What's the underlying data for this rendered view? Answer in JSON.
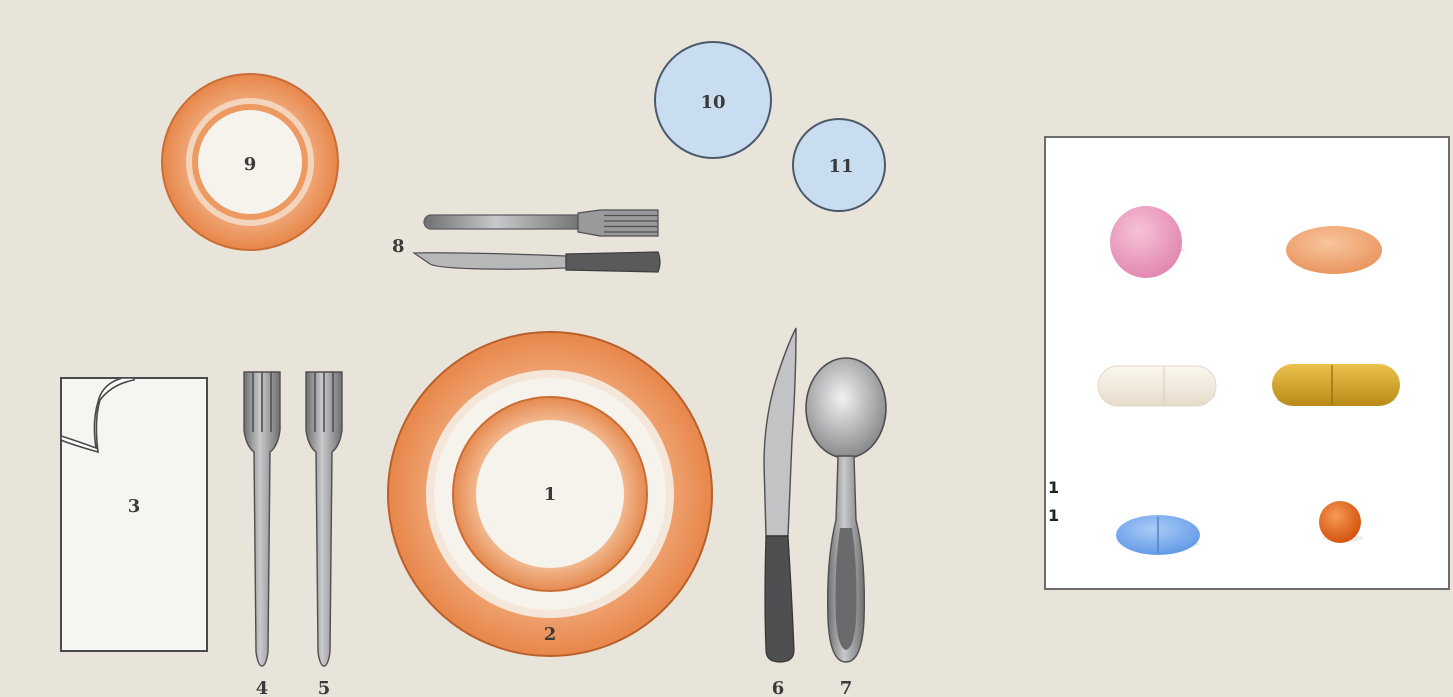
{
  "place_setting": {
    "labels": {
      "dinner_plate": "1",
      "charger_plate": "2",
      "napkin": "3",
      "salad_fork": "4",
      "dinner_fork": "5",
      "knife": "6",
      "spoon": "7",
      "dessert_cutlery": "8",
      "bread_plate": "9",
      "glass_large": "10",
      "glass_small": "11"
    },
    "colors": {
      "background": "#e9e4da",
      "plate_rim": "#ec9a62",
      "plate_center": "#f6f2ec",
      "glass_fill": "#c9ddf0",
      "glass_stroke": "#4a5a6a",
      "cutlery": "#7d7d80"
    }
  },
  "pill_panel": {
    "side_marks": [
      "1",
      "1"
    ],
    "pills": [
      {
        "shape": "round-tablet",
        "color": "#e79bbd"
      },
      {
        "shape": "oval-tablet",
        "color": "#f0a672"
      },
      {
        "shape": "capsule",
        "color": "#f4ede2"
      },
      {
        "shape": "capsule",
        "color": "#d9a72c"
      },
      {
        "shape": "oval-tablet",
        "color": "#7aaef0"
      },
      {
        "shape": "round-tablet",
        "color": "#e06a1c"
      }
    ]
  }
}
